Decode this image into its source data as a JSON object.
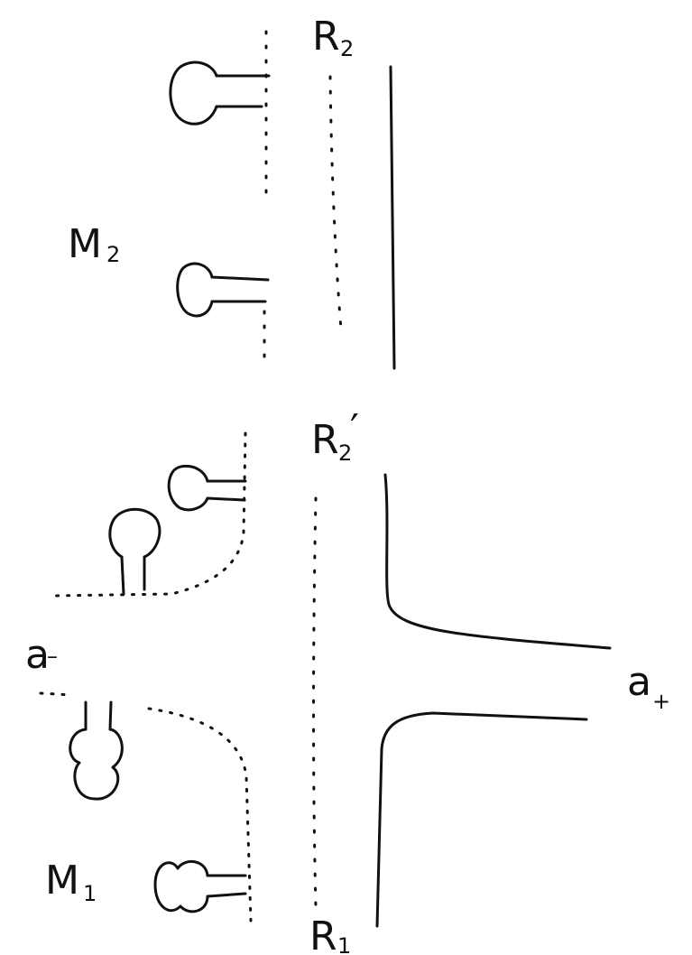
{
  "labels": {
    "R2": {
      "main": "R",
      "sub": "2"
    },
    "R2prime": {
      "main": "R",
      "sub": "2",
      "prime": "′"
    },
    "R1": {
      "main": "R",
      "sub": "1"
    },
    "M2": {
      "main": "M",
      "sub": "2"
    },
    "M1": {
      "main": "M",
      "sub": "1"
    },
    "a_minus": {
      "main": "a",
      "sub": "–"
    },
    "a_plus": {
      "main": "a",
      "sub": "+"
    }
  }
}
